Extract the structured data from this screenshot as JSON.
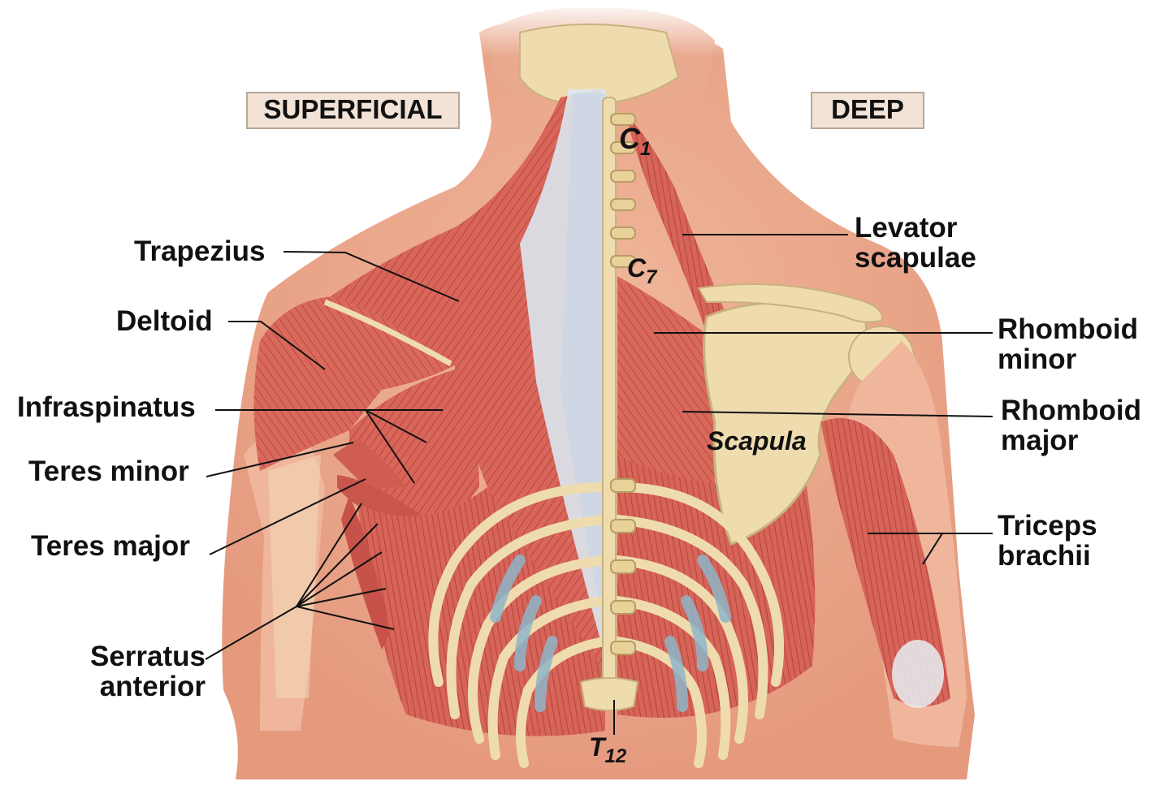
{
  "panels": {
    "left_label": "SUPERFICIAL",
    "right_label": "DEEP"
  },
  "vertebrae": {
    "c1": {
      "letter": "C",
      "sub": "1"
    },
    "c7": {
      "letter": "C",
      "sub": "7"
    },
    "t12": {
      "letter": "T",
      "sub": "12"
    }
  },
  "bone_label": "Scapula",
  "labels_left": {
    "trapezius": "Trapezius",
    "deltoid": "Deltoid",
    "infraspinatus": "Infraspinatus",
    "teres_minor": "Teres minor",
    "teres_major": "Teres major",
    "serratus_line1": "Serratus",
    "serratus_line2": "anterior"
  },
  "labels_right": {
    "levator_line1": "Levator",
    "levator_line2": "scapulae",
    "rhomboid_minor_line1": "Rhomboid",
    "rhomboid_minor_line2": "minor",
    "rhomboid_major_line1": "Rhomboid",
    "rhomboid_major_line2": "major",
    "triceps_line1": "Triceps",
    "triceps_line2": "brachii"
  },
  "colors": {
    "muscle": "#d8665a",
    "muscle_dark": "#b9473f",
    "skin": "#efb49a",
    "bone": "#efdcae",
    "tendon": "#dde7ef",
    "cartilage": "#8fb6c8",
    "label_box": "#f2e3d6"
  }
}
